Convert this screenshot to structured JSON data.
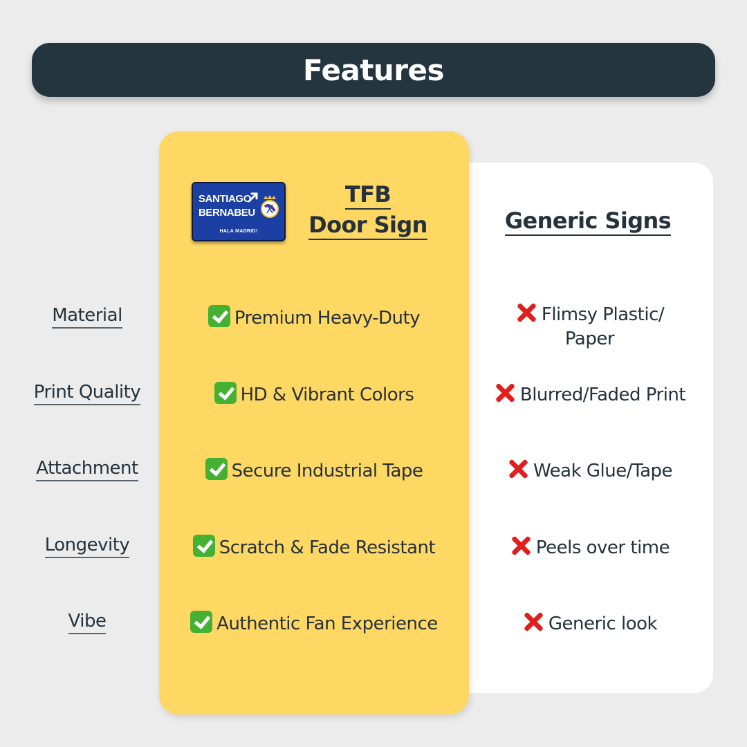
{
  "header": {
    "title": "Features"
  },
  "product_sign": {
    "line1": "SANTIAGO",
    "line2": "BERNABEU",
    "subline": "HALA MADRID!",
    "icons": [
      "arrow-up-right-icon",
      "crest-icon"
    ]
  },
  "columns": {
    "tfb": {
      "line1": "TFB",
      "line2": "Door Sign"
    },
    "generic": {
      "title": "Generic Signs"
    }
  },
  "rows": [
    {
      "label": "Material",
      "tfb": "Premium Heavy-Duty",
      "generic_line1": "Flimsy Plastic/",
      "generic_line2": "Paper"
    },
    {
      "label": "Print Quality",
      "tfb": "HD & Vibrant Colors",
      "generic": "Blurred/Faded Print"
    },
    {
      "label": "Attachment",
      "tfb": "Secure Industrial Tape",
      "generic": "Weak Glue/Tape"
    },
    {
      "label": "Longevity",
      "tfb": "Scratch & Fade Resistant",
      "generic": "Peels over time"
    },
    {
      "label": "Vibe",
      "tfb": "Authentic Fan Experience",
      "generic": "Generic look"
    }
  ],
  "colors": {
    "background": "#ececec",
    "header": "#253540",
    "highlight": "#fed862",
    "check": "#45b134",
    "cross": "#e21f1f",
    "sign_blue": "#1b3fa3"
  }
}
